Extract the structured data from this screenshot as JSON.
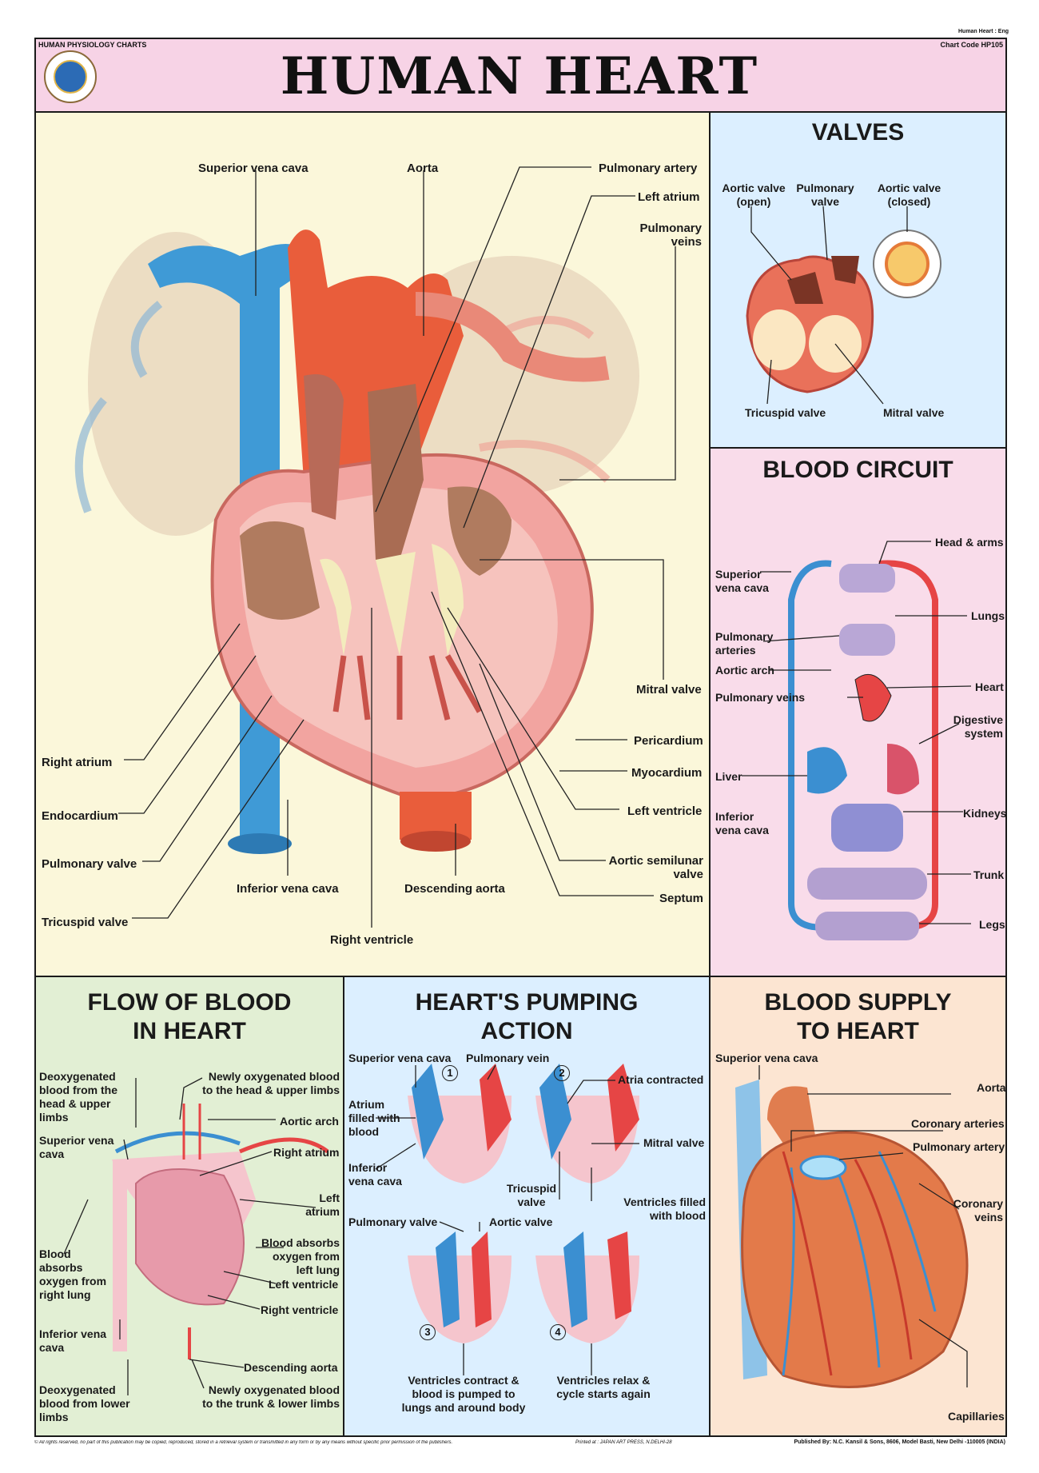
{
  "top_note": "Human Heart : Eng",
  "series": "HUMAN PHYSIOLOGY CHARTS",
  "chart_code": "Chart Code HP105",
  "title": "HUMAN HEART",
  "main": {
    "labels": {
      "svc": "Superior vena cava",
      "aorta": "Aorta",
      "pa": "Pulmonary artery",
      "la": "Left atrium",
      "pv": "Pulmonary\nveins",
      "mitral": "Mitral valve",
      "peri": "Pericardium",
      "myo": "Myocardium",
      "lv": "Left ventricle",
      "asv": "Aortic semilunar\nvalve",
      "septum": "Septum",
      "ra": "Right atrium",
      "endo": "Endocardium",
      "pulv": "Pulmonary valve",
      "tri": "Tricuspid valve",
      "ivc": "Inferior vena cava",
      "da": "Descending aorta",
      "rv": "Right ventricle"
    }
  },
  "valves": {
    "title": "VALVES",
    "open": "Aortic valve\n(open)",
    "pulm": "Pulmonary\nvalve",
    "closed": "Aortic valve\n(closed)",
    "tri": "Tricuspid valve",
    "mitral": "Mitral valve"
  },
  "circuit": {
    "title": "BLOOD CIRCUIT",
    "head": "Head & arms",
    "svc": "Superior\nvena cava",
    "lungs": "Lungs",
    "pa": "Pulmonary\narteries",
    "arch": "Aortic arch",
    "heart": "Heart",
    "pv": "Pulmonary veins",
    "digest": "Digestive\nsystem",
    "liver": "Liver",
    "kidneys": "Kidneys",
    "ivc": "Inferior\nvena cava",
    "trunk": "Trunk",
    "legs": "Legs"
  },
  "flow": {
    "title": "FLOW OF BLOOD\nIN HEART",
    "l1": "Deoxygenated\nblood from the\nhead & upper\nlimbs",
    "l2": "Newly oxygenated blood\nto the head & upper limbs",
    "l3": "Aortic arch",
    "l4": "Superior vena\ncava",
    "l5": "Right atrium",
    "l6": "Left\natrium",
    "l7": "Blood\nabsorbs\noxygen from\nright lung",
    "l8": "Blood absorbs\noxygen from\nleft lung",
    "l9": "Left ventricle",
    "l10": "Right ventricle",
    "l11": "Inferior vena\ncava",
    "l12": "Descending aorta",
    "l13": "Deoxygenated\nblood from lower\nlimbs",
    "l14": "Newly oxygenated blood\nto the trunk & lower limbs"
  },
  "pump": {
    "title": "HEART'S PUMPING\nACTION",
    "svc": "Superior vena cava",
    "pvein": "Pulmonary vein",
    "n1": "1",
    "n2": "2",
    "n3": "3",
    "n4": "4",
    "atria": "Atria contracted",
    "filled": "Atrium\nfilled with\nblood",
    "mitral": "Mitral valve",
    "ivc": "Inferior\nvena cava",
    "tri": "Tricuspid\nvalve",
    "vfill": "Ventricles filled\nwith blood",
    "pulv": "Pulmonary valve",
    "aortv": "Aortic valve",
    "contract": "Ventricles contract &\nblood is pumped to\nlungs and around body",
    "relax": "Ventricles relax &\ncycle starts again"
  },
  "supply": {
    "title": "BLOOD SUPPLY\nTO HEART",
    "svc": "Superior vena cava",
    "aorta": "Aorta",
    "cor": "Coronary arteries",
    "pa": "Pulmonary artery",
    "veins": "Coronary\nveins",
    "cap": "Capillaries"
  },
  "footer": {
    "rights": "© All rights reserved, no part of this publication may be copied, reproduced, stored in a retrieval system or transmitted in any form or by any means without specific prior permission of the publishers.",
    "printed": "Printed at : JAPAN ART PRESS, N.DELHI-28",
    "publisher": "Published By: N.C. Kansil & Sons, 8606, Model Basti, New Delhi -110005 (INDIA)"
  }
}
